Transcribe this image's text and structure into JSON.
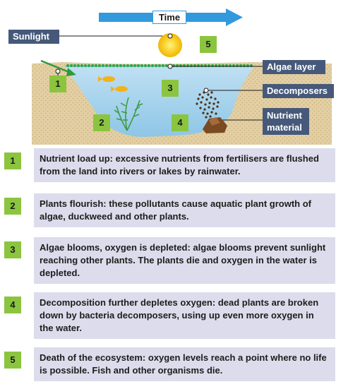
{
  "diagram": {
    "time_label": "Time",
    "sunlight_label": "Sunlight",
    "algae_layer_label": "Algae layer",
    "decomposers_label": "Decomposers",
    "nutrient_material_label": "Nutrient material",
    "nutrient_material_line1": "Nutrient",
    "nutrient_material_line2": "material",
    "badges": [
      "1",
      "2",
      "3",
      "4",
      "5"
    ]
  },
  "colors": {
    "arrow_blue": "#3399dd",
    "label_navy": "#46597a",
    "badge_green": "#8bc53f",
    "water_blue": "#a9d4ee",
    "soil": "#e3cfa3",
    "step_box": "#dcdcec"
  },
  "steps": [
    {
      "num": "1",
      "text": "Nutrient load up: excessive nutrients from fertilisers are flushed from the land into rivers or lakes by rainwater."
    },
    {
      "num": "2",
      "text": "Plants flourish: these pollutants cause aquatic plant growth of algae, duckweed and other plants."
    },
    {
      "num": "3",
      "text": "Algae blooms, oxygen is depleted: algae blooms prevent sunlight reaching other plants. The plants die and oxygen in the water is depleted."
    },
    {
      "num": "4",
      "text": "Decomposition further depletes oxygen: dead plants are broken down by bacteria decomposers, using up even more oxygen in the water."
    },
    {
      "num": "5",
      "text": "Death of the ecosystem: oxygen levels reach a point where no life is possible. Fish and other organisms die."
    }
  ]
}
